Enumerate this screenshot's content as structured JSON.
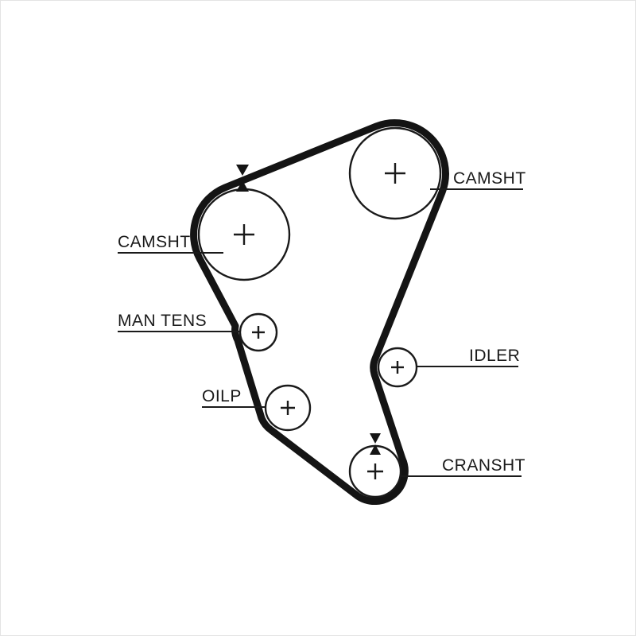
{
  "diagram": {
    "type": "timing-belt-routing",
    "background_color": "#ffffff",
    "belt_color": "#141414",
    "line_color": "#1a1a1a",
    "center_mark": "+",
    "labels": {
      "camshaft_left": "CAMSHT",
      "camshaft_right": "CAMSHT",
      "manual_tensioner": "MAN TENS",
      "oil_pump": "OILP",
      "idler": "IDLER",
      "crankshaft": "CRANSHT"
    }
  }
}
